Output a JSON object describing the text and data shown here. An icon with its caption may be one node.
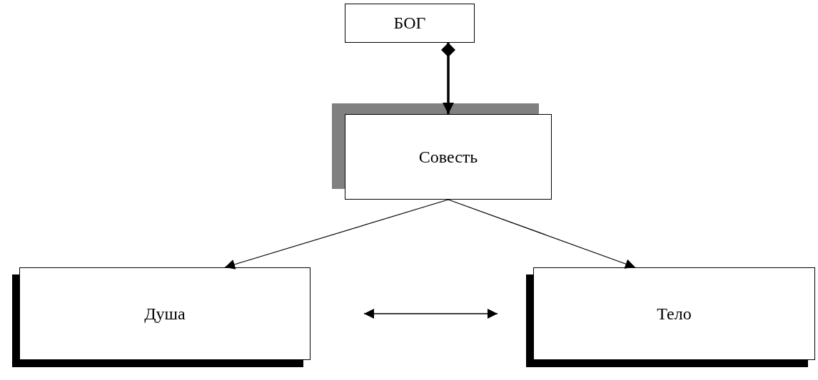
{
  "diagram": {
    "nodes": [
      {
        "text": [
          "БОГ"
        ]
      },
      {
        "text": [
          "Совесть"
        ]
      },
      {
        "text": [
          "Душа"
        ]
      },
      {
        "text": [
          "Тело"
        ]
      }
    ],
    "edges": [
      {
        "from": 0,
        "to": 1,
        "arrow": "to",
        "style": "thick"
      },
      {
        "from": 1,
        "to": 2,
        "arrow": "to"
      },
      {
        "from": 1,
        "to": 3,
        "arrow": "to"
      },
      {
        "from": 2,
        "to": 3,
        "arrow": "both"
      }
    ]
  }
}
